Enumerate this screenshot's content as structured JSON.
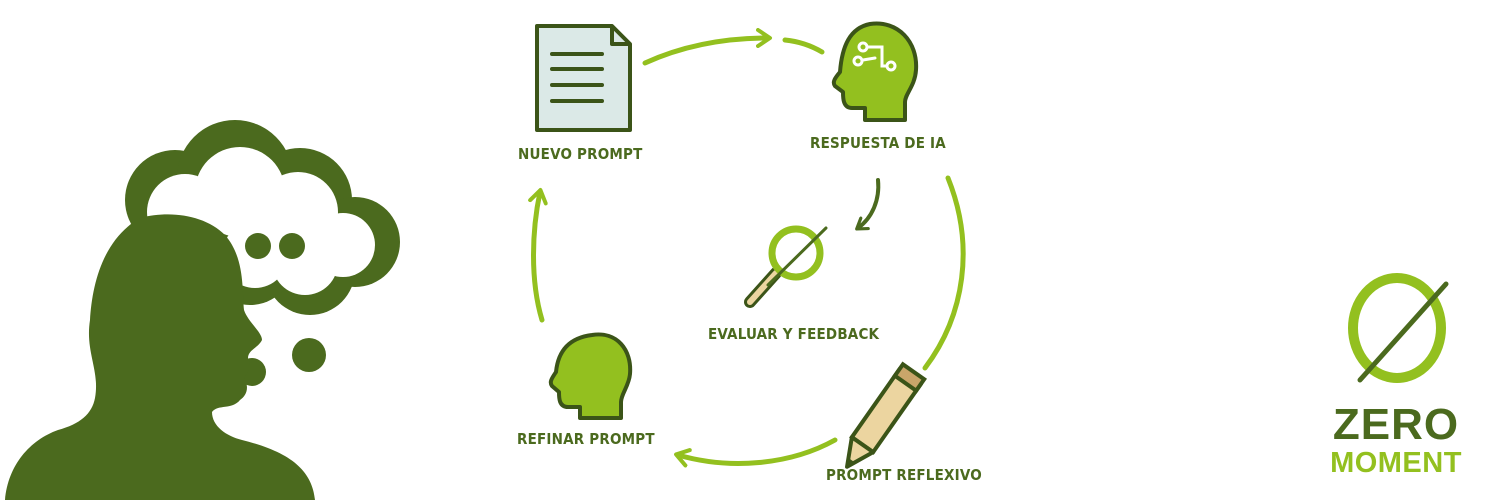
{
  "colors": {
    "dark_green": "#4b6a1e",
    "lime_green": "#93c01f",
    "doc_fill": "#dbe9e7",
    "pencil_fill": "#ecd5a0"
  },
  "steps": {
    "nuevo_prompt": {
      "label": "NUEVO PROMPT",
      "icon": "document-icon"
    },
    "respuesta_ia": {
      "label": "RESPUESTA DE IA",
      "icon": "ai-head-circuit-icon"
    },
    "evaluar": {
      "label": "EVALUAR Y FEEDBACK",
      "icon": "magnifier-icon"
    },
    "prompt_reflexivo": {
      "label": "PROMPT REFLEXIVO",
      "icon": "pencil-icon"
    },
    "refinar_prompt": {
      "label": "REFINAR PROMPT",
      "icon": "head-profile-icon"
    }
  },
  "logo": {
    "line1": "ZERO",
    "line2": "MOMENT"
  }
}
